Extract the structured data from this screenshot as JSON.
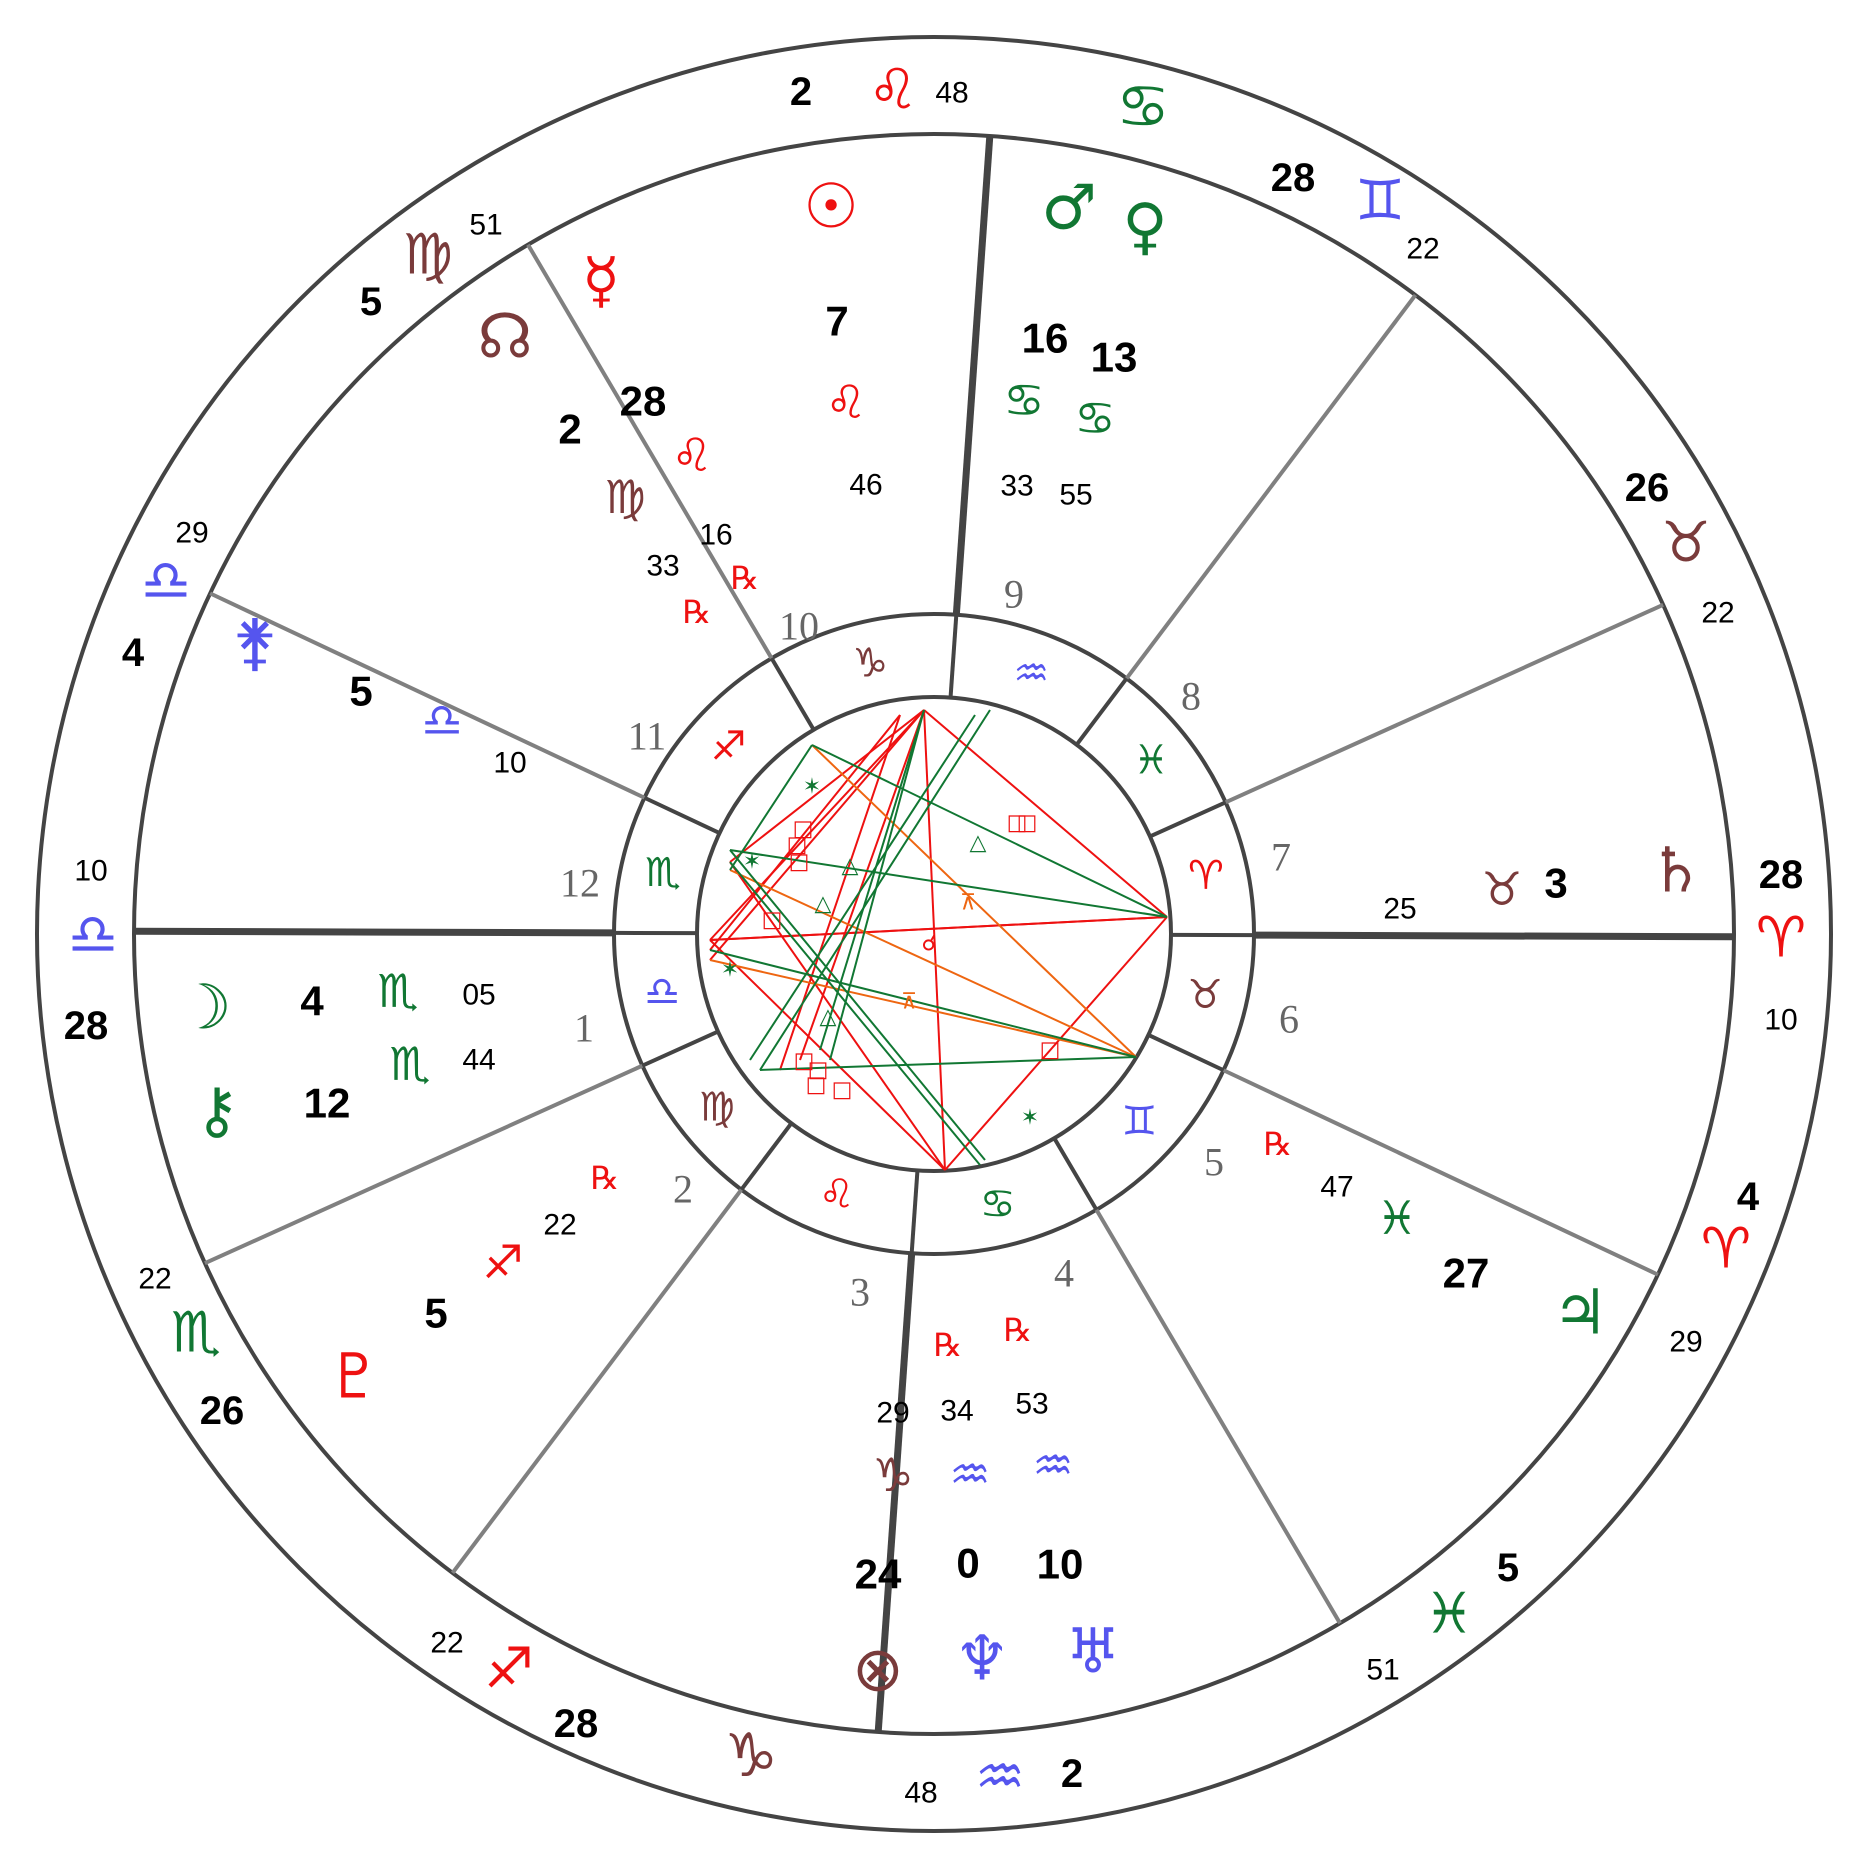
{
  "colors": {
    "fire": "#ee1111",
    "earth": "#7a3b3b",
    "air": "#5555ee",
    "water": "#117733",
    "ring": "#444444",
    "house_line": "#808080",
    "aspect_orange": "#ee6611"
  },
  "outer_cusps": [
    {
      "deg": "28",
      "sign": "♈",
      "min": "10",
      "color": "fire"
    },
    {
      "deg": "26",
      "sign": "♉",
      "min": "22",
      "color": "earth"
    },
    {
      "deg": "28",
      "sign": "♊",
      "min": "22",
      "color": "air"
    },
    {
      "deg": "2",
      "sign": "♌",
      "min": "48",
      "color": "fire"
    },
    {
      "deg": "5",
      "sign": "♍",
      "min": "51",
      "color": "earth"
    },
    {
      "deg": "4",
      "sign": "♎",
      "min": "29",
      "color": "air"
    },
    {
      "deg": "28",
      "sign": "♎",
      "min": "10",
      "color": "air"
    },
    {
      "deg": "26",
      "sign": "♏",
      "min": "22",
      "color": "water"
    },
    {
      "deg": "28",
      "sign": "♐",
      "min": "22",
      "color": "fire"
    },
    {
      "deg": "2",
      "sign": "♒",
      "min": "48",
      "color": "air"
    },
    {
      "deg": "5",
      "sign": "♓",
      "min": "51",
      "color": "water"
    },
    {
      "deg": "4",
      "sign": "♈",
      "min": "29",
      "color": "fire"
    }
  ],
  "intercepted_signs": [
    {
      "sign": "♋",
      "color": "water"
    },
    {
      "sign": "♑",
      "color": "earth"
    }
  ],
  "house_signs": [
    "♈",
    "♉",
    "♊",
    "♋",
    "♌",
    "♍",
    "♎",
    "♏",
    "♐",
    "♑",
    "♒",
    "♓"
  ],
  "house_numbers": [
    "1",
    "2",
    "3",
    "4",
    "5",
    "6",
    "7",
    "8",
    "9",
    "10",
    "11",
    "12"
  ],
  "planets": [
    {
      "name": "Sun",
      "glyph": "☉",
      "deg": "7",
      "sign": "♌",
      "min": "46",
      "retro": "",
      "color": "fire"
    },
    {
      "name": "Mercury",
      "glyph": "☿",
      "deg": "28",
      "sign": "♌",
      "min": "16",
      "retro": "℞",
      "color": "fire"
    },
    {
      "name": "North Node",
      "glyph": "☊",
      "deg": "2",
      "sign": "♍",
      "min": "33",
      "retro": "℞",
      "color": "earth"
    },
    {
      "name": "Mars",
      "glyph": "♂",
      "deg": "16",
      "sign": "♋",
      "min": "33",
      "retro": "",
      "color": "water"
    },
    {
      "name": "Venus",
      "glyph": "♀",
      "deg": "13",
      "sign": "♋",
      "min": "55",
      "retro": "",
      "color": "water"
    },
    {
      "name": "Juno",
      "glyph": "⚵",
      "deg": "5",
      "sign": "♎",
      "min": "10",
      "retro": "",
      "color": "air"
    },
    {
      "name": "Saturn",
      "glyph": "♄",
      "deg": "3",
      "sign": "♉",
      "min": "25",
      "retro": "",
      "color": "earth"
    },
    {
      "name": "Moon",
      "glyph": "☽",
      "deg": "4",
      "sign": "♏",
      "min": "05",
      "retro": "",
      "color": "water"
    },
    {
      "name": "Chiron",
      "glyph": "⚷",
      "deg": "12",
      "sign": "♏",
      "min": "44",
      "retro": "",
      "color": "water"
    },
    {
      "name": "Pluto",
      "glyph": "♇",
      "deg": "5",
      "sign": "♐",
      "min": "22",
      "retro": "℞",
      "color": "fire"
    },
    {
      "name": "Part of Fortune",
      "glyph": "⊗",
      "deg": "24",
      "sign": "♑",
      "min": "29",
      "retro": "",
      "color": "earth"
    },
    {
      "name": "Neptune",
      "glyph": "♆",
      "deg": "0",
      "sign": "♒",
      "min": "34",
      "retro": "℞",
      "color": "air"
    },
    {
      "name": "Uranus",
      "glyph": "♅",
      "deg": "10",
      "sign": "♒",
      "min": "53",
      "retro": "℞",
      "color": "air"
    },
    {
      "name": "Jupiter",
      "glyph": "♃",
      "deg": "27",
      "sign": "♓",
      "min": "47",
      "retro": "℞",
      "color": "water"
    }
  ],
  "aspect_glyphs": {
    "square": "□",
    "trine": "△",
    "sextile": "✶",
    "quincunx": "⊼",
    "conjunction": "☌"
  }
}
